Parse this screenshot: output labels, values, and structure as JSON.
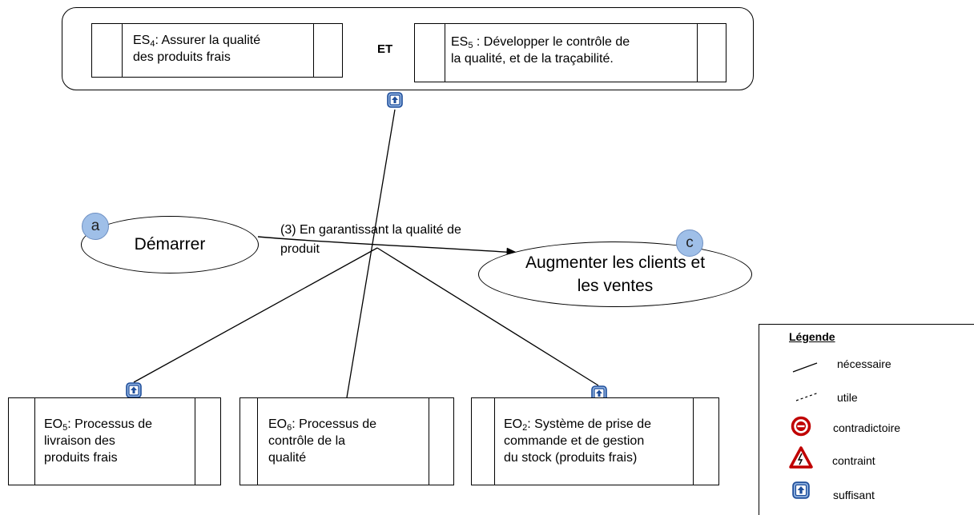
{
  "header": {
    "and_label": "ET",
    "es4": {
      "code": "ES",
      "sub": "4",
      "text_line1": ": Assurer la qualité",
      "text_line2": "des produits frais"
    },
    "es5": {
      "code": "ES",
      "sub": "5",
      "text_line1": " : Développer le contrôle de",
      "text_line2": "la qualité,  et de la traçabilité."
    }
  },
  "transition": {
    "start_label": "Démarrer",
    "start_badge": "a",
    "target_label_line1": "Augmenter les clients et",
    "target_label_line2": "les ventes",
    "target_badge": "c",
    "arrow_label_line1": "(3) En garantissant la qualité de",
    "arrow_label_line2": "produit"
  },
  "objectives": [
    {
      "code": "EO",
      "sub": "5",
      "line1": ": Processus de",
      "line2": "livraison des",
      "line3": "produits frais"
    },
    {
      "code": "EO",
      "sub": "6",
      "line1": ": Processus de",
      "line2": "contrôle de la",
      "line3": "qualité"
    },
    {
      "code": "EO",
      "sub": "2",
      "line1": ": Système de prise de",
      "line2": "commande et de gestion",
      "line3": "du stock (produits frais)"
    }
  ],
  "legend": {
    "title": "Légende",
    "items": [
      {
        "label": "nécessaire",
        "icon": "solid-line-icon"
      },
      {
        "label": "utile",
        "icon": "dashed-line-icon"
      },
      {
        "label": "contradictoire",
        "icon": "no-entry-icon"
      },
      {
        "label": "contraint",
        "icon": "warning-triangle-icon"
      },
      {
        "label": "suffisant",
        "icon": "sufficient-arrow-icon"
      }
    ]
  },
  "colors": {
    "badge_fill": "#9fbfe8",
    "icon_blue": "#1f4e9a",
    "contradiction_red": "#c00000"
  }
}
